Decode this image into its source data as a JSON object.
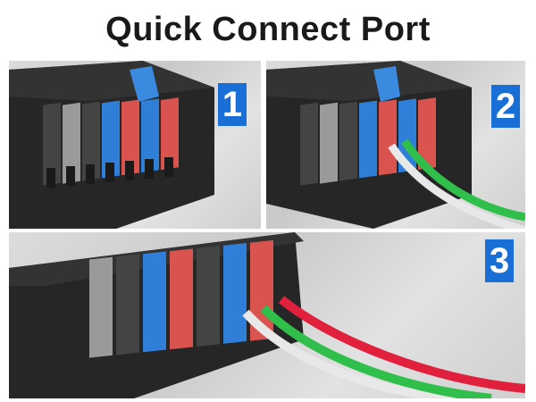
{
  "title": "Quick Connect Port",
  "steps": [
    "1",
    "2",
    "3"
  ],
  "colors": {
    "badge": "#1a6fd6",
    "housing": "#2a2a2a",
    "lever_gray": "#9a9a9a",
    "lever_blue": "#2f7fd8",
    "lever_red": "#d9534f",
    "wire_white": "#e8e8e8",
    "wire_green": "#2fbf4a",
    "wire_red": "#e0203c"
  }
}
